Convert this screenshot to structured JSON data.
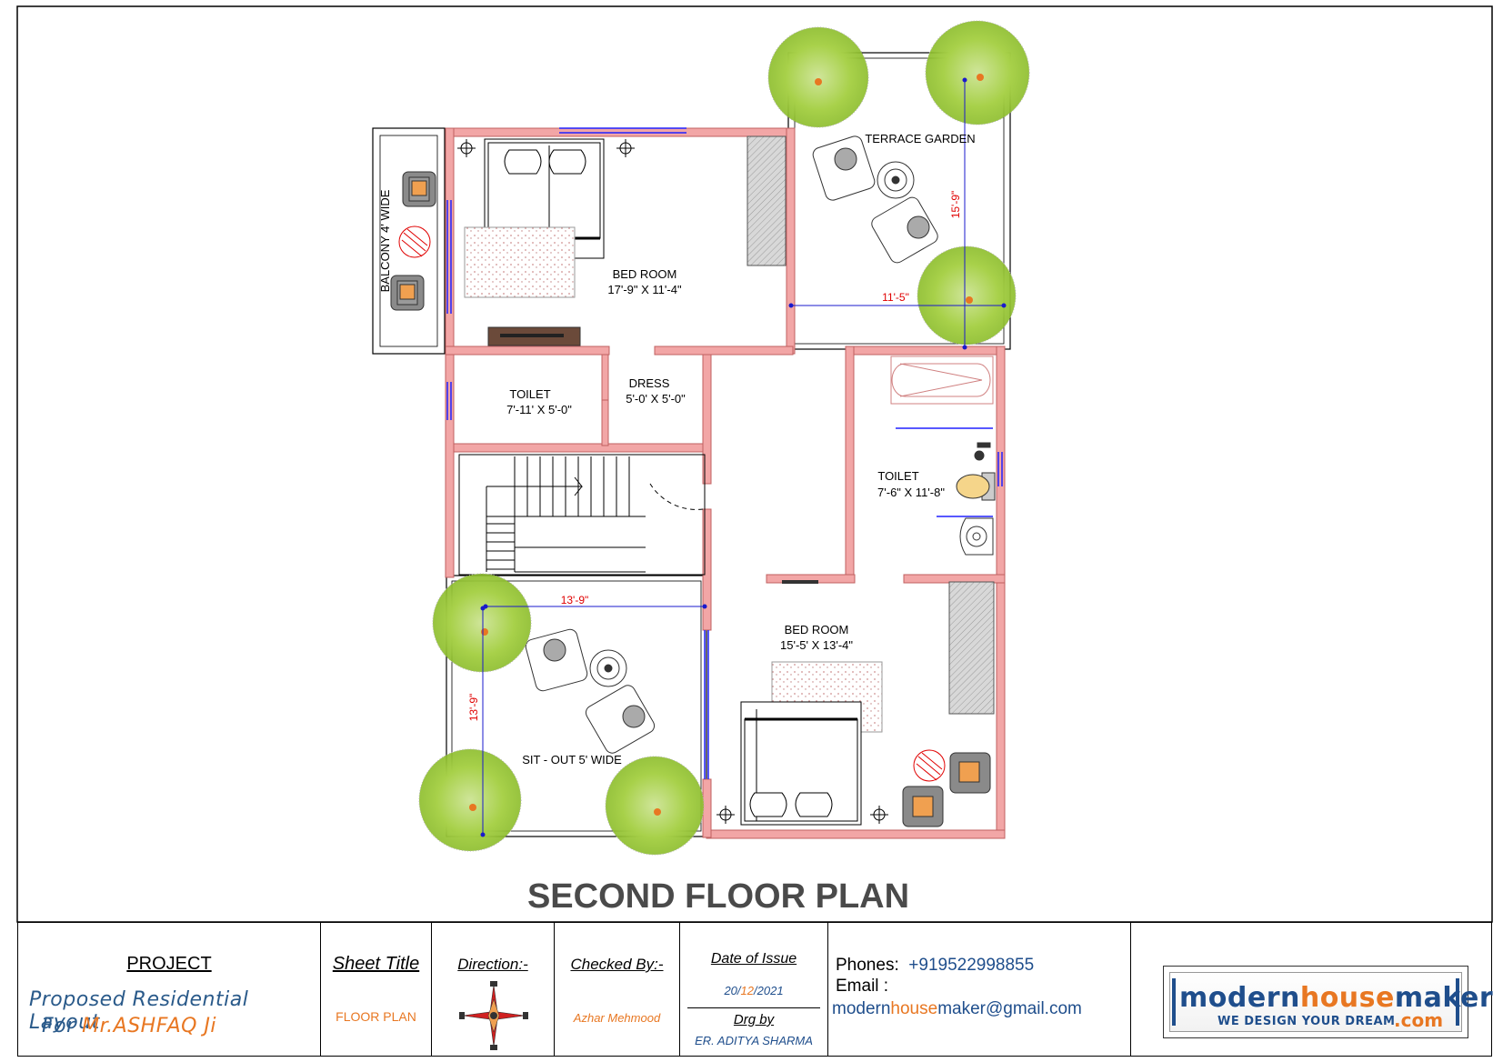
{
  "drawing": {
    "title": "SECOND FLOOR PLAN",
    "rooms": {
      "terrace_garden": {
        "name": "TERRACE GARDEN"
      },
      "bed_room_1": {
        "name": "BED ROOM",
        "size": "17'-9\" X 11'-4\""
      },
      "balcony": {
        "name": "BALCONY 4' WIDE"
      },
      "toilet_1": {
        "name": "TOILET",
        "size": "7'-11' X 5'-0\""
      },
      "dress": {
        "name": "DRESS",
        "size": "5'-0' X 5'-0\""
      },
      "toilet_2": {
        "name": "TOILET",
        "size": "7'-6\" X 11'-8\""
      },
      "bed_room_2": {
        "name": "BED ROOM",
        "size": "15'-5' X 13'-4\""
      },
      "sit_out": {
        "name": "SIT - OUT 5' WIDE"
      }
    },
    "dimensions": {
      "terrace_height": "15'-9\"",
      "terrace_width": "11'-5\"",
      "sitout_width": "13'-9\"",
      "sitout_height": "13'-9\""
    },
    "colors": {
      "wall": "#f0a0a0",
      "window": "#2020ff",
      "dimension": "#e00000",
      "tree": "#9acd32"
    }
  },
  "title_block": {
    "project": {
      "heading": "PROJECT",
      "line1": "Proposed Residential Layout",
      "line2_prefix": "For ",
      "client": "Mr.ASHFAQ Ji"
    },
    "sheet_title": {
      "heading": "Sheet Title",
      "value": "FLOOR PLAN"
    },
    "direction": {
      "heading": "Direction:-"
    },
    "checked_by": {
      "heading": "Checked By:-",
      "value": "Azhar Mehmood"
    },
    "date_of_issue": {
      "heading": "Date of Issue",
      "day": "20",
      "month": "12",
      "year": "2021",
      "sep": "/"
    },
    "drawn_by": {
      "heading": "Drg by",
      "value": "ER. ADITYA SHARMA"
    },
    "contact": {
      "phones_label": "Phones:",
      "phone": "+919522998855",
      "email_label": "Email :",
      "email_part1": "modern",
      "email_part2": "house",
      "email_part3": "maker@gmail.com"
    },
    "logo": {
      "word1": "modern",
      "word2": "house",
      "word3": "maker",
      "tagline": "WE DESIGN YOUR DREAM",
      "suffix": ".com",
      "colors": {
        "modern": "#1f4e8c",
        "house": "#e87722",
        "maker": "#1f4e8c"
      }
    }
  }
}
